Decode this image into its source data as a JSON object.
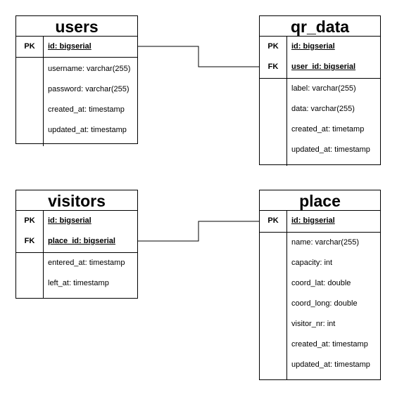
{
  "entities": {
    "users": {
      "title": "users",
      "keys": [
        {
          "marker": "PK",
          "field": "id: bigserial"
        }
      ],
      "attributes": [
        "username: varchar(255)",
        "password: varchar(255)",
        "created_at: timestamp",
        "updated_at: timestamp"
      ]
    },
    "qr_data": {
      "title": "qr_data",
      "keys": [
        {
          "marker": "PK",
          "field": "id: bigserial"
        },
        {
          "marker": "FK",
          "field": "user_id: bigserial"
        }
      ],
      "attributes": [
        "label: varchar(255)",
        "data: varchar(255)",
        "created_at: timetamp",
        "updated_at: timestamp"
      ]
    },
    "visitors": {
      "title": "visitors",
      "keys": [
        {
          "marker": "PK",
          "field": "id: bigserial"
        },
        {
          "marker": "FK",
          "field": "place_id: bigserial"
        }
      ],
      "attributes": [
        "entered_at: timestamp",
        "left_at: timestamp"
      ]
    },
    "place": {
      "title": "place",
      "keys": [
        {
          "marker": "PK",
          "field": "id: bigserial"
        }
      ],
      "attributes": [
        "name: varchar(255)",
        "capacity: int",
        "coord_lat: double",
        "coord_long: double",
        "visitor_nr: int",
        "created_at: timestamp",
        "updated_at: timestamp"
      ]
    }
  },
  "relationships": [
    {
      "from": "users.id",
      "to": "qr_data.user_id"
    },
    {
      "from": "visitors.place_id",
      "to": "place.id"
    }
  ]
}
